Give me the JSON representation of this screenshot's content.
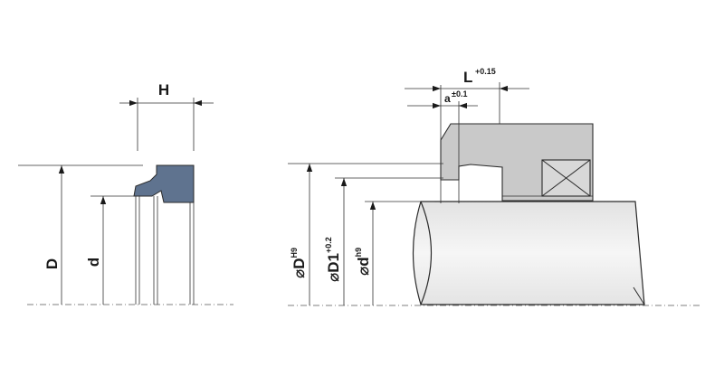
{
  "colors": {
    "seal_profile": "#5f738f",
    "housing": "#c9c9c9",
    "rod": "#eeeeee",
    "outline": "#2a2a2a",
    "line": "#333333"
  },
  "left_view": {
    "dim_width": "H",
    "dim_outer": "D",
    "dim_inner": "d"
  },
  "right_view": {
    "length_symbol": "L",
    "length_tol": "+0.15",
    "offset_symbol": "a",
    "offset_tol": "±0.1",
    "groove_dia_symbol": "⌀D",
    "groove_dia_tol": "H9",
    "bore_dia_symbol": "⌀D1",
    "bore_dia_tol": "+0.2",
    "rod_dia_symbol": "⌀d",
    "rod_dia_tol": "h9"
  }
}
